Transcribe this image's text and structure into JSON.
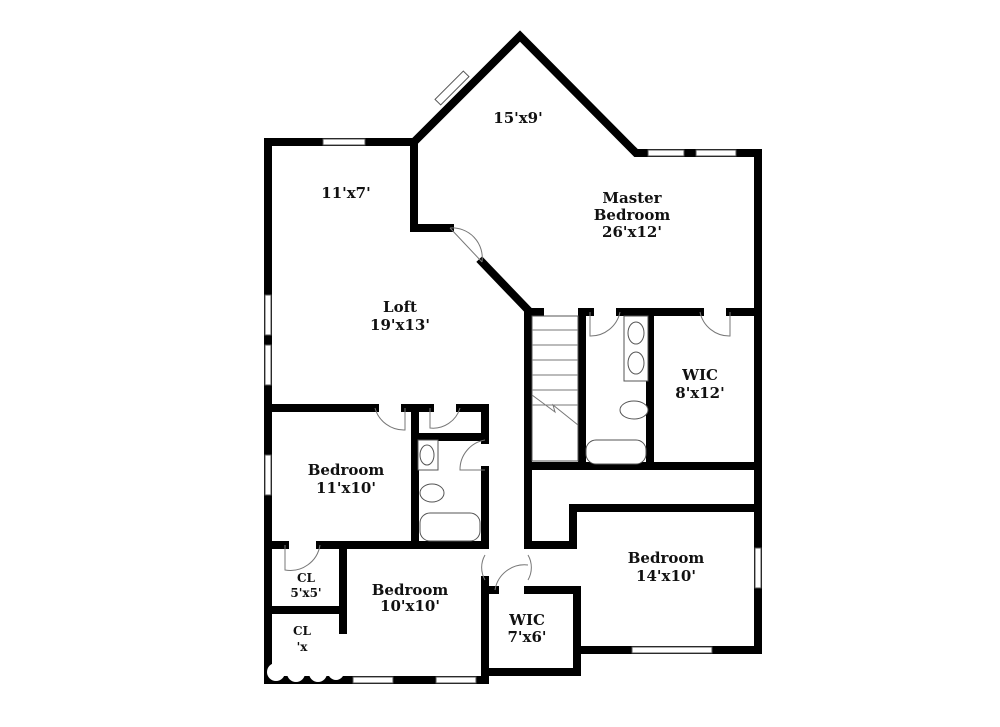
{
  "rooms": {
    "nook": {
      "size": "11'x7'"
    },
    "bay": {
      "size": "15'x9'"
    },
    "master": {
      "name_line1": "Master",
      "name_line2": "Bedroom",
      "size": "26'x12'"
    },
    "loft": {
      "name": "Loft",
      "size": "19'x13'"
    },
    "wic_master": {
      "name": "WIC",
      "size": "8'x12'"
    },
    "bedroom_left": {
      "name": "Bedroom",
      "size": "11'x10'"
    },
    "bedroom_right": {
      "name": "Bedroom",
      "size": "14'x10'"
    },
    "bedroom_bottom": {
      "name": "Bedroom",
      "size": "10'x10'"
    },
    "closet_1": {
      "name": "CL",
      "size": "5'x5'"
    },
    "closet_2": {
      "name": "CL",
      "size": "'x"
    },
    "wic_bottom": {
      "name": "WIC",
      "size": "7'x6'"
    }
  },
  "colors": {
    "wall": "#000000",
    "background": "#ffffff"
  }
}
